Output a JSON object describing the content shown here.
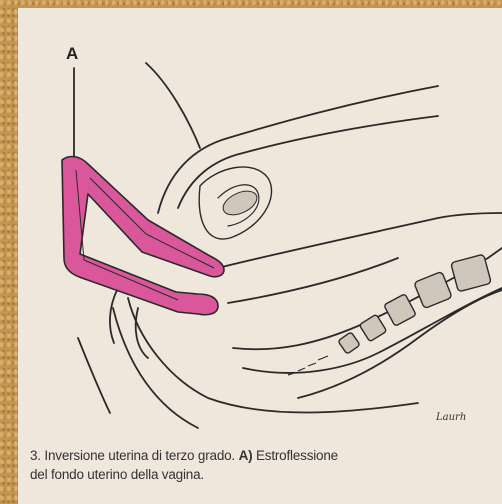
{
  "figure": {
    "label": "A",
    "signature": "Laurh"
  },
  "caption": {
    "number": "3.",
    "line1_text": "Inversione uterina di terzo grado.",
    "part_label": "A)",
    "line1_rest": "Estroflessione",
    "line2": "del fondo uterino della vagina."
  },
  "colors": {
    "uterus_fill": "#d9579a",
    "line": "#2a2a2a",
    "plate": "#efe6dc",
    "border": "#c49550"
  }
}
